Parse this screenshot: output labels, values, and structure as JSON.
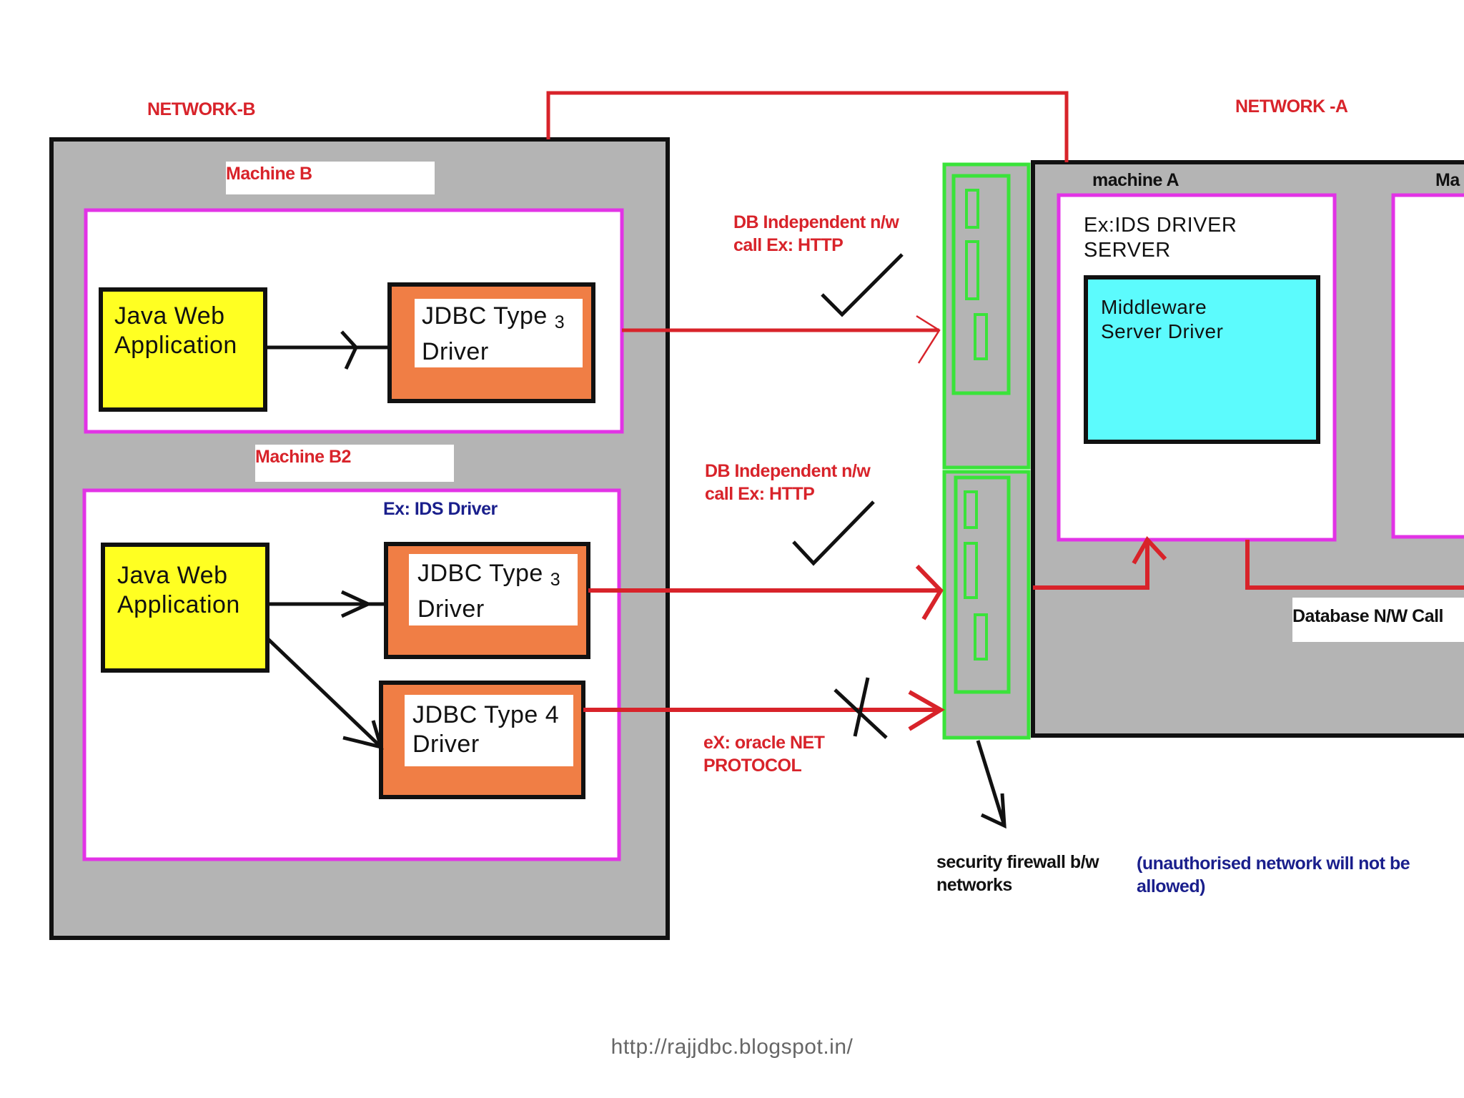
{
  "network_b": {
    "label": "NETWORK-B"
  },
  "network_a": {
    "label": "NETWORK -A"
  },
  "machine_b": {
    "label": "Machine B",
    "app": {
      "line1": "Java Web",
      "line2": "Application"
    },
    "driver": {
      "line1": "JDBC Type",
      "sub": "3",
      "line2": "Driver"
    }
  },
  "machine_b2": {
    "label": "Machine B2",
    "note": "Ex: IDS Driver",
    "app": {
      "line1": "Java Web",
      "line2": "Application"
    },
    "driver3": {
      "line1": "JDBC Type",
      "sub": "3",
      "line2": "Driver"
    },
    "driver4": {
      "line1": "JDBC Type 4",
      "line2": "Driver"
    }
  },
  "machine_a": {
    "label": "machine A",
    "server": {
      "line1": "Ex:IDS DRIVER",
      "line2": "SERVER"
    },
    "middleware": {
      "line1": "Middleware",
      "line2": "Server Driver"
    }
  },
  "machine_cut": {
    "label": "Ma"
  },
  "connections": {
    "top_call": {
      "line1": "DB Independent n/w",
      "line2": "call Ex: HTTP"
    },
    "mid_call": {
      "line1": "DB Independent n/w",
      "line2": "call Ex: HTTP"
    },
    "native_call": {
      "line1": "eX: oracle NET",
      "line2": "PROTOCOL"
    },
    "db_call": "Database N/W Call"
  },
  "firewall": {
    "line1": "security firewall b/w",
    "line2": "networks"
  },
  "unauthorised_note": {
    "line1": "(unauthorised network will not be",
    "line2": "allowed)"
  },
  "footer": {
    "url": "http://rajjdbc.blogspot.in/"
  },
  "colors": {
    "gray_fill": "#b4b4b4",
    "magenta": "#e233e6",
    "yellow": "#ffff22",
    "orange": "#f07e45",
    "cyan": "#5cfbfd",
    "green": "#3ae33a",
    "red": "#d8232a",
    "label_blue": "#1a1f8c"
  }
}
